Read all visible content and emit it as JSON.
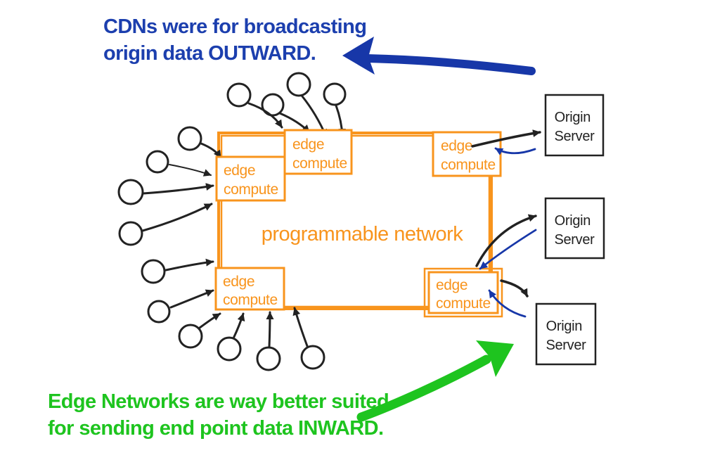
{
  "diagram": {
    "cdn_caption": {
      "line1": "CDNs were for broadcasting",
      "line2": "origin data OUTWARD.",
      "color": "#1c3fae"
    },
    "edge_caption": {
      "line1": "Edge Networks are way better suited",
      "line2": "for sending end point data INWARD.",
      "color": "#1ec41f"
    },
    "network_label": "programmable network",
    "edge_compute_label": {
      "line1": "edge",
      "line2": "compute"
    },
    "origin_server_label": {
      "line1": "Origin",
      "line2": "Server"
    },
    "colors": {
      "orange": "#f8941d",
      "blue_arrow": "#1737a8",
      "blue_text": "#1c3fae",
      "green": "#1ec41f",
      "ink": "#222222"
    }
  }
}
